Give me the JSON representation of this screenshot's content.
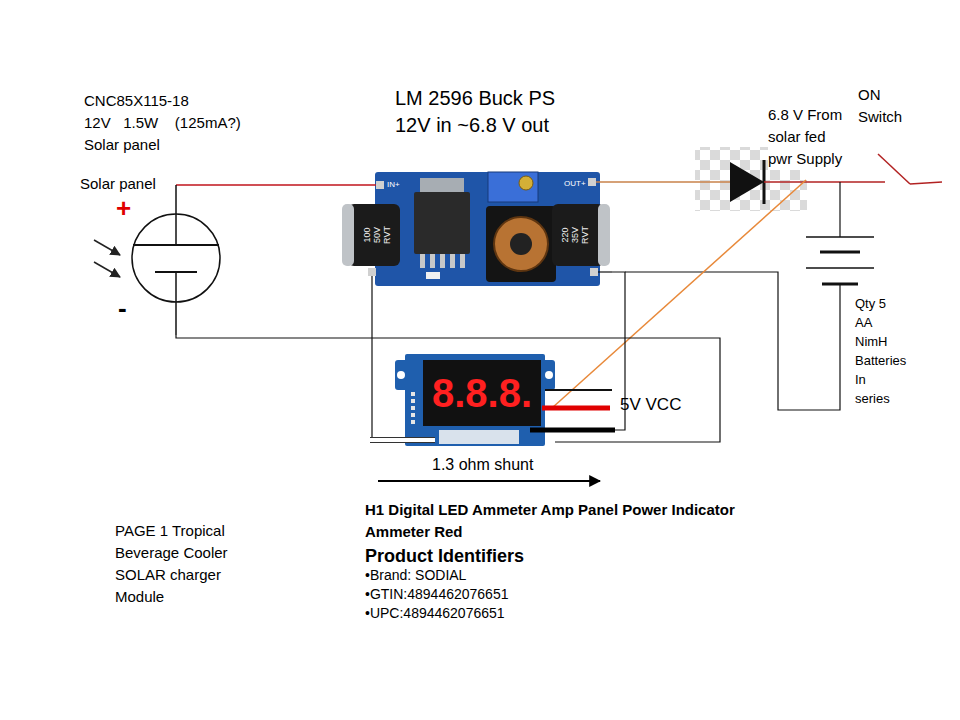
{
  "diagram": {
    "nodes": [
      {
        "text": [
          "Solar panel",
          "+",
          "-"
        ]
      },
      {
        "text": [
          "IN+",
          "OUT+",
          "100 50V RVT",
          "220 35V RVT"
        ]
      },
      {
        "text": [
          "8.8.8."
        ]
      }
    ],
    "edges": [
      {
        "from": 0,
        "to": 1,
        "arrow": "none"
      },
      {
        "from": 1,
        "to": 2,
        "arrow": "none"
      },
      {
        "from": 0,
        "to": 2,
        "arrow": "none"
      },
      {
        "from": 1,
        "to": 2,
        "arrow": "none"
      }
    ],
    "labels": [
      "CNC85X115-18",
      "12V   1.5W    (125mA?)",
      "Solar panel",
      "LM 2596 Buck PS",
      "12V in ~6.8 V out",
      "6.8 V From solar fed pwr Supply",
      "ON Switch",
      "Qty 5 AA NimH Batteries In series",
      "5V VCC",
      "1.3 ohm shunt",
      "H1 Digital LED Ammeter Amp Panel Power Indicator Ammeter Red",
      "Product Identifiers",
      "•Brand: SODIAL",
      "•GTIN:4894462076651",
      "•UPC:4894462076651",
      "PAGE 1 Tropical Beverage Cooler SOLAR charger Module"
    ]
  }
}
